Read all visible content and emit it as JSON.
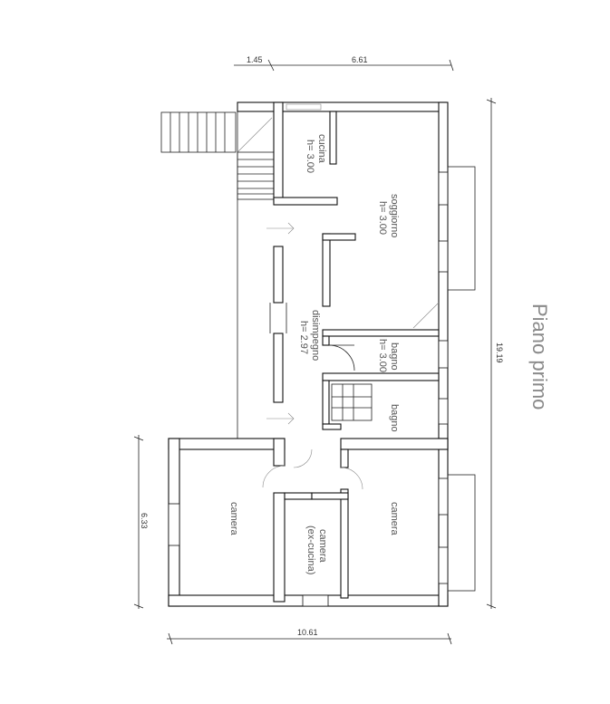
{
  "title": "Piano primo",
  "dimensions": {
    "top_left": "1.45",
    "top_right": "6.61",
    "right_total": "19.19",
    "left": "6.33",
    "bottom": "10.61"
  },
  "rooms": {
    "cucina": {
      "name": "cucina",
      "height": "h= 3.00"
    },
    "soggiorno": {
      "name": "soggiorno",
      "height": "h= 3.00"
    },
    "disimpegno": {
      "name": "disimpegno",
      "height": "h= 2.97"
    },
    "bagno1": {
      "name": "bagno",
      "height": "h= 3.00"
    },
    "bagno2": {
      "name": "bagno"
    },
    "camera_left": {
      "name": "camera"
    },
    "camera_right": {
      "name": "camera"
    },
    "camera_center": {
      "name": "camera",
      "note": "(ex-cucina)"
    }
  }
}
